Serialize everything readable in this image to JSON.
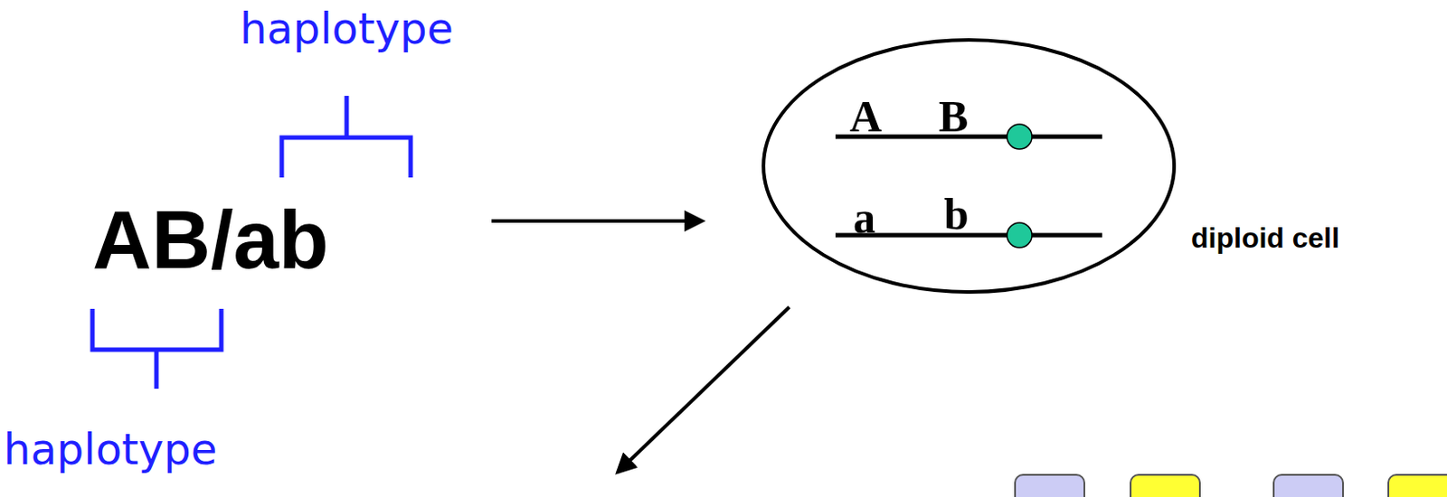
{
  "diagram": {
    "nodes": [
      {
        "text": [
          "A",
          "B",
          "a",
          "b",
          "diploid cell"
        ]
      }
    ],
    "labels": [
      "haplotype",
      "AB/ab",
      "haplotype"
    ]
  }
}
